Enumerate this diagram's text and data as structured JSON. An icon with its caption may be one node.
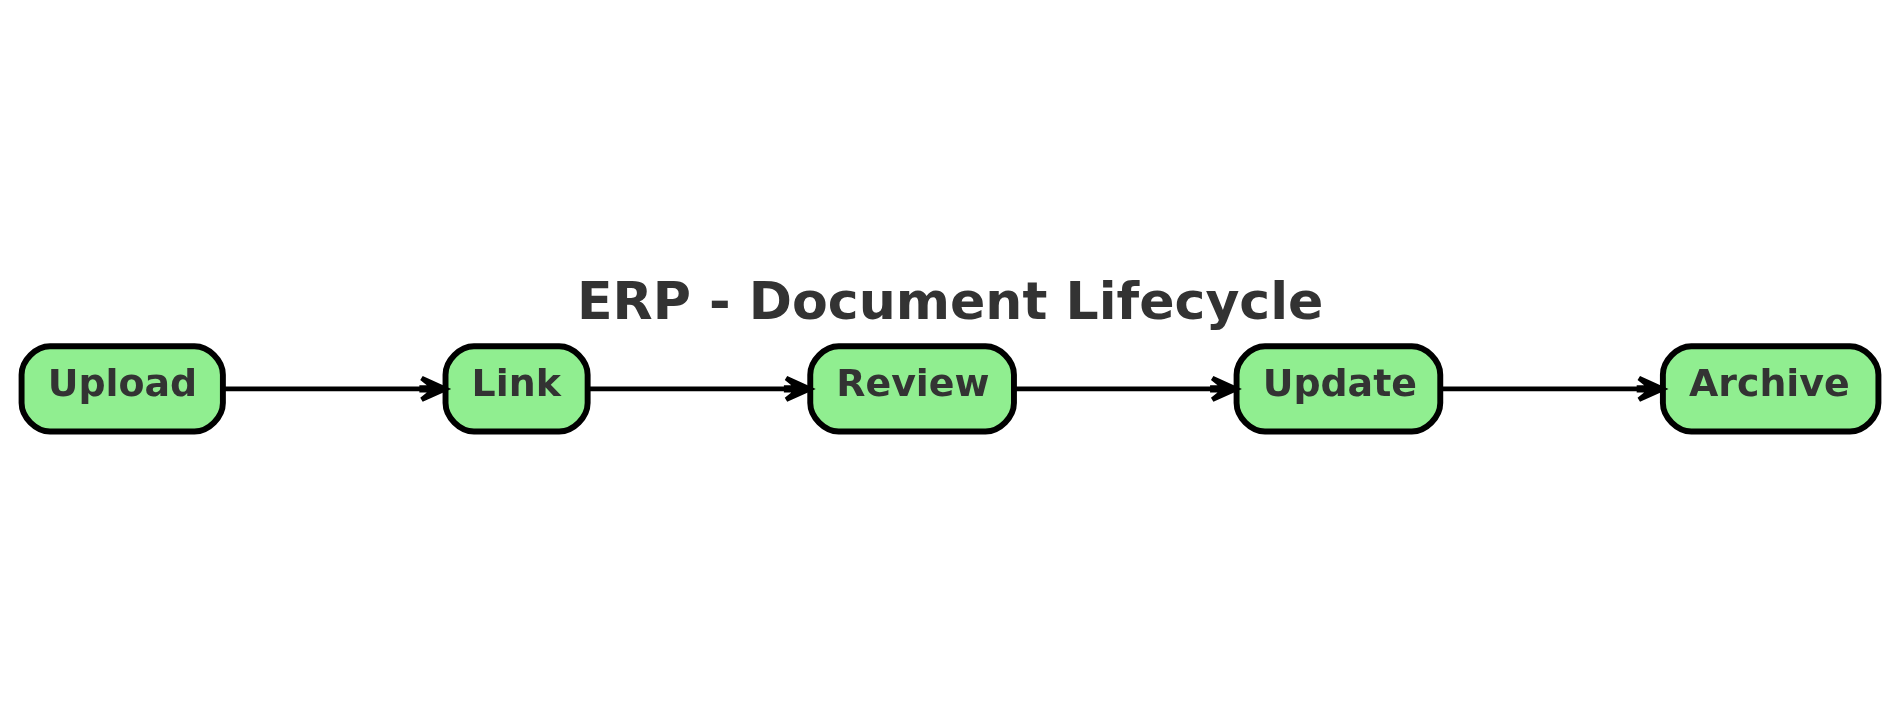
{
  "diagram": {
    "title": "ERP - Document Lifecycle",
    "nodes": [
      {
        "text": [
          "Upload"
        ]
      },
      {
        "text": [
          "Link"
        ]
      },
      {
        "text": [
          "Review"
        ]
      },
      {
        "text": [
          "Update"
        ]
      },
      {
        "text": [
          "Archive"
        ]
      }
    ],
    "edges": [
      {
        "from": 0,
        "to": 1,
        "arrow": "to"
      },
      {
        "from": 1,
        "to": 2,
        "arrow": "to"
      },
      {
        "from": 2,
        "to": 3,
        "arrow": "to"
      },
      {
        "from": 3,
        "to": 4,
        "arrow": "to"
      }
    ]
  }
}
